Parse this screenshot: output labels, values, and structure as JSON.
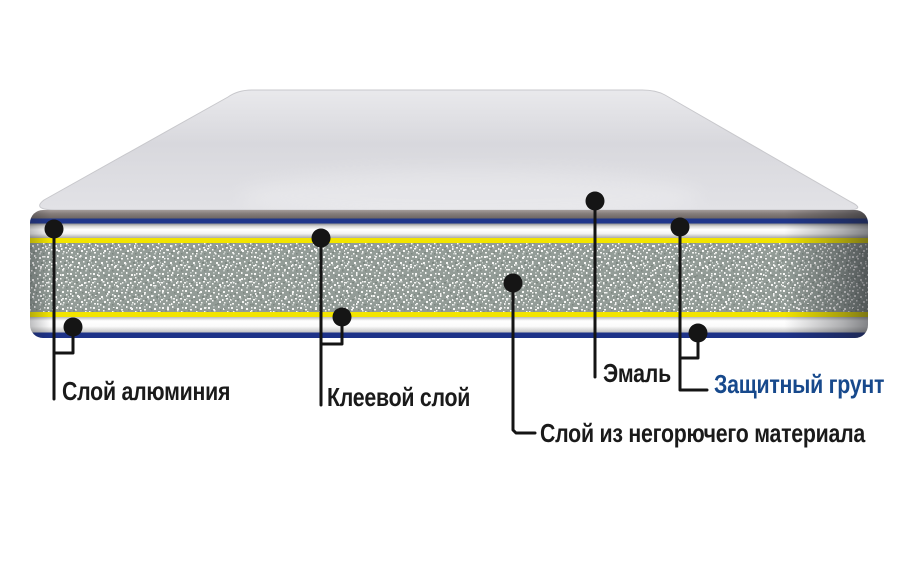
{
  "figure": {
    "type": "layered-panel-cross-section-diagram",
    "background": "#ffffff"
  },
  "callouts": {
    "aluminum": {
      "label": "Слой алюминия"
    },
    "adhesive": {
      "label": "Клеевой слой"
    },
    "core": {
      "label": "Слой из негорючего материала"
    },
    "enamel": {
      "label": "Эмаль"
    },
    "primer": {
      "label": "Защитный грунт"
    }
  },
  "layers_top_to_bottom": [
    "Эмаль",
    "Защитный грунт",
    "Слой алюминия",
    "Клеевой слой",
    "Слой из негорючего материала",
    "Клеевой слой",
    "Слой алюминия",
    "Защитный грунт"
  ],
  "palette": {
    "label_text": "#1a1a1a",
    "primer_label_text": "#17498c",
    "enamel_edge": "#847c7a",
    "primer_line_blue": "#20368b",
    "aluminum_silver": "#ededed",
    "adhesive_yellow": "#f2e400",
    "core_base": "#939c97",
    "panel_face": "#dcdce0"
  }
}
